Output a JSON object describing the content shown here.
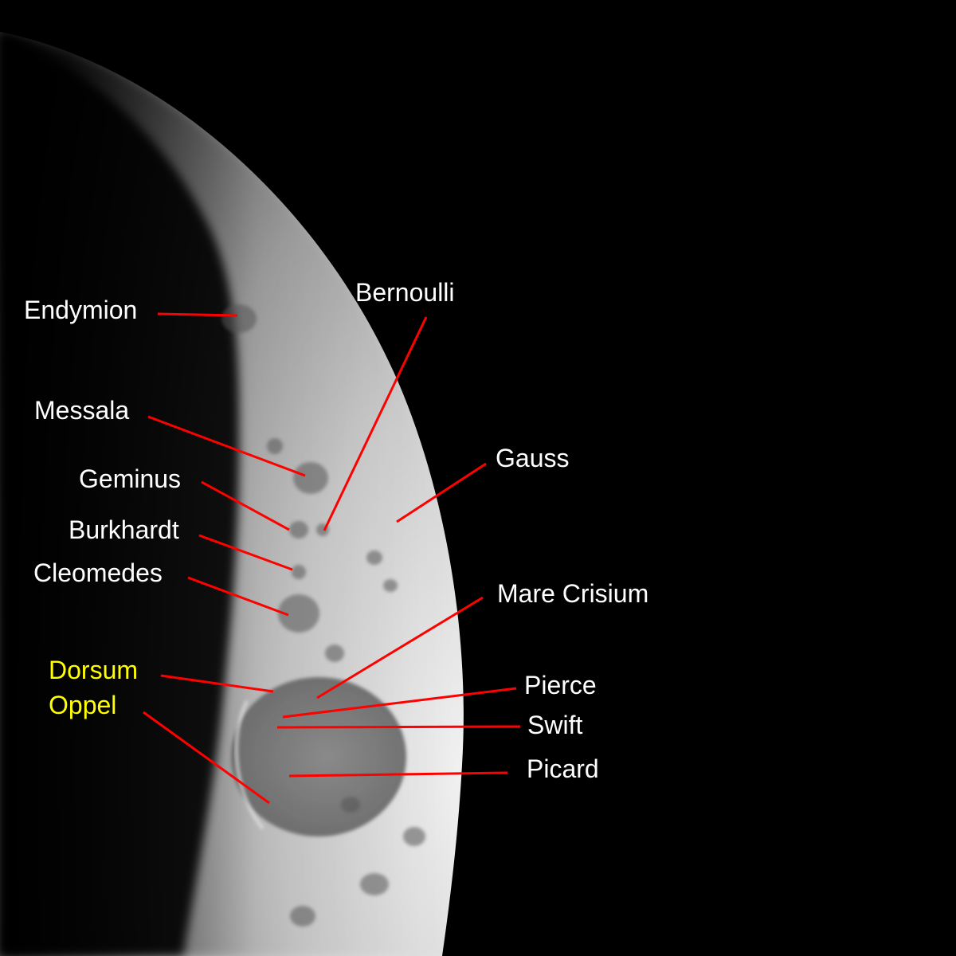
{
  "image": {
    "subject": "crescent-moon-photograph",
    "background_color": "#000000",
    "label_color": "#ffffff",
    "highlight_label_color": "#ffff00",
    "leader_line_color": "#ff0000"
  },
  "labels": {
    "endymion": "Endymion",
    "bernoulli": "Bernoulli",
    "messala": "Messala",
    "gauss": "Gauss",
    "geminus": "Geminus",
    "burkhardt": "Burkhardt",
    "cleomedes": "Cleomedes",
    "mare_crisium": "Mare Crisium",
    "dorsum_line1": "Dorsum",
    "dorsum_line2": "Oppel",
    "pierce": "Pierce",
    "swift": "Swift",
    "picard": "Picard"
  }
}
